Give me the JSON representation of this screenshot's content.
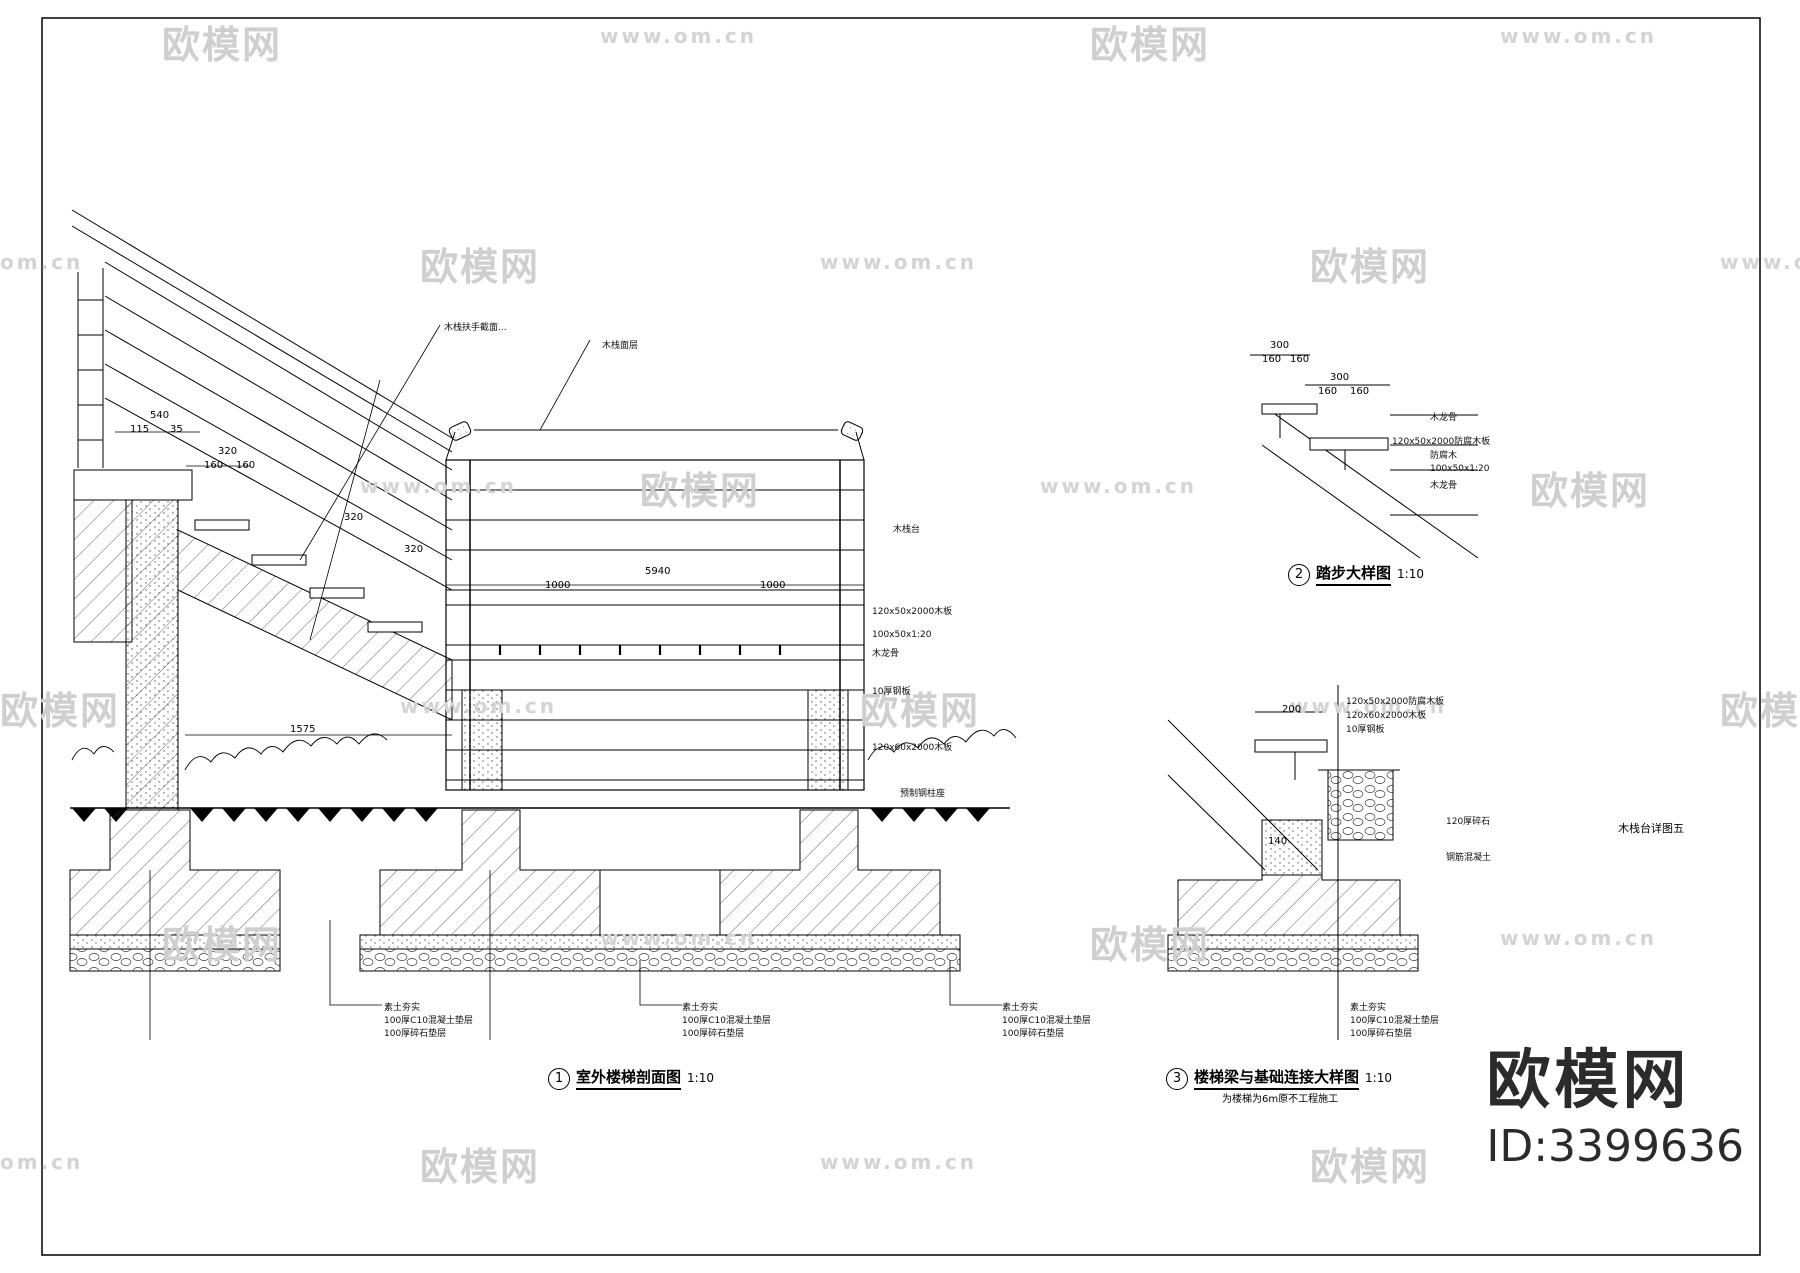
{
  "watermark": {
    "logo": "欧模网",
    "url": "www.om.cn",
    "url_fragment": "om.cn"
  },
  "titles": {
    "stair_section": {
      "num": "1",
      "name": "室外楼梯剖面图",
      "scale": "1:10"
    },
    "step_detail": {
      "num": "2",
      "name": "踏步大样图",
      "scale": "1:10"
    },
    "beam_detail": {
      "num": "3",
      "name": "楼梯梁与基础连接大样图",
      "scale": "1:10",
      "subtitle": "为楼梯为6m原不工程施工"
    }
  },
  "side_label": "木栈台详图五",
  "brand": {
    "name": "欧模网",
    "id": "ID:3399636"
  },
  "dims": {
    "d540": "540",
    "d115": "115",
    "d35": "35",
    "d320": "320",
    "d160": "160",
    "d1000": "1000",
    "d1575": "1575",
    "d5940": "5940",
    "d300": "300",
    "d200": "200",
    "d140": "140"
  },
  "notes": {
    "n1": "木栈扶手截面...",
    "n2": "木栈面层",
    "n3": "120x50x2000木板",
    "n4": "100x50x1:20",
    "n5": "木龙骨",
    "n6": "10厚钢板",
    "n7": "120x60x2000木板",
    "n8": "预制钢柱座",
    "n9": "素土夯实",
    "n10": "100厚C10混凝土垫层",
    "n11": "100厚碎石垫层",
    "n12": "素土夯实",
    "n13": "120x50x2000防腐木板",
    "n14": "防腐木",
    "n15": "木栈台",
    "n16": "120厚碎石",
    "n17": "钢筋混凝土",
    "n18": "素土夯实",
    "n19": "100厚C10混凝土垫层"
  }
}
